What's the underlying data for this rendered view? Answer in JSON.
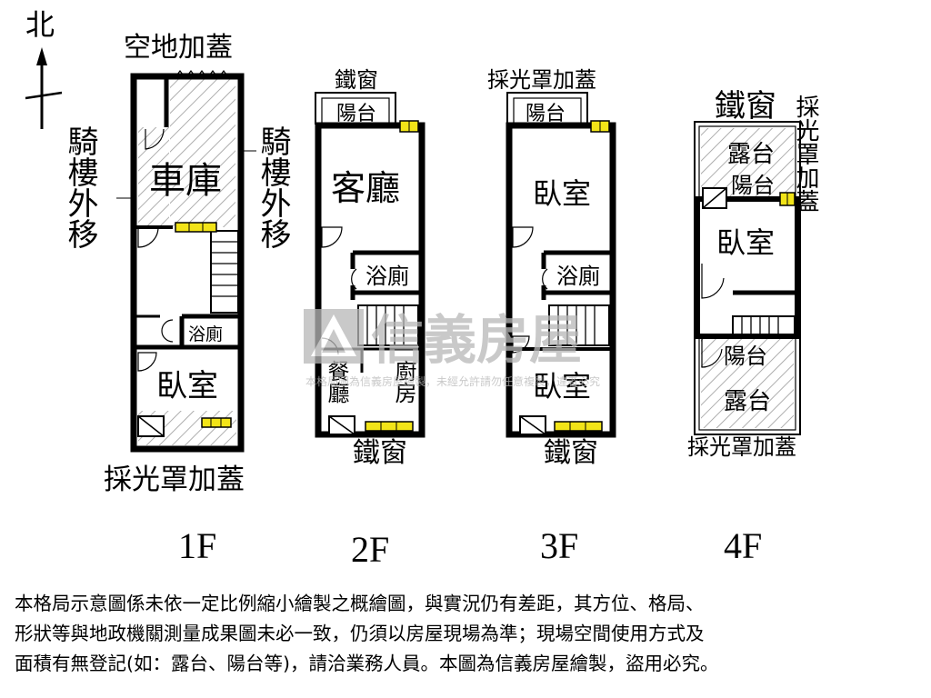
{
  "north": "北",
  "floors": [
    {
      "id": "1F",
      "label": "1F",
      "rooms": [
        "車庫",
        "浴廁",
        "臥室"
      ],
      "annotations": [
        "空地加蓋",
        "騎樓外移",
        "騎樓外移",
        "採光罩加蓋"
      ]
    },
    {
      "id": "2F",
      "label": "2F",
      "rooms": [
        "客廳",
        "浴廁",
        "餐廳",
        "廚房",
        "陽台"
      ],
      "annotations": [
        "鐵窗",
        "鐵窗"
      ]
    },
    {
      "id": "3F",
      "label": "3F",
      "rooms": [
        "臥室",
        "浴廁",
        "臥室",
        "陽台"
      ],
      "annotations": [
        "採光罩加蓋",
        "鐵窗"
      ]
    },
    {
      "id": "4F",
      "label": "4F",
      "rooms": [
        "露台",
        "陽台",
        "臥室",
        "陽台",
        "露台"
      ],
      "annotations": [
        "鐵窗",
        "採光罩加蓋",
        "採光罩加蓋"
      ]
    }
  ],
  "labels": {
    "f1_extension_top": "空地加蓋",
    "f1_arcade_left": "騎樓外移",
    "f1_arcade_right": "騎樓外移",
    "f1_garage": "車庫",
    "f1_bath": "浴廁",
    "f1_bedroom": "臥室",
    "f1_skylight": "採光罩加蓋",
    "f2_iron_window_top": "鐵窗",
    "f2_balcony": "陽台",
    "f2_living": "客廳",
    "f2_bath": "浴廁",
    "f2_dining": "餐廳",
    "f2_kitchen": "廚房",
    "f2_iron_window_bottom": "鐵窗",
    "f3_skylight_top": "採光罩加蓋",
    "f3_balcony": "陽台",
    "f3_bedroom_top": "臥室",
    "f3_bath": "浴廁",
    "f3_bedroom_bottom": "臥室",
    "f3_iron_window": "鐵窗",
    "f4_iron_window": "鐵窗",
    "f4_skylight_side": "採光罩加蓋",
    "f4_terrace_top": "露台",
    "f4_balcony_top": "陽台",
    "f4_bedroom": "臥室",
    "f4_balcony_bottom": "陽台",
    "f4_terrace_bottom": "露台",
    "f4_skylight_bottom": "採光罩加蓋"
  },
  "watermark": {
    "brand": "信義房屋",
    "notice": "本格局圖為信義房屋繪製，未經允許請勿任意複製，違者必究"
  },
  "disclaimer": [
    "本格局示意圖係未依一定比例縮小繪製之概繪圖，與實況仍有差距，其方位、格局、",
    "形狀等與地政機關測量成果圖未必一致，仍須以房屋現場為準；現場空間使用方式及",
    "面積有無登記(如：露台、陽台等)，請洽業務人員。本圖為信義房屋繪製，盜用必究。"
  ],
  "colors": {
    "wall": "#000000",
    "hatch": "#9a9a9a",
    "window": "#f2e418",
    "watermark": "#b8b8b8"
  }
}
